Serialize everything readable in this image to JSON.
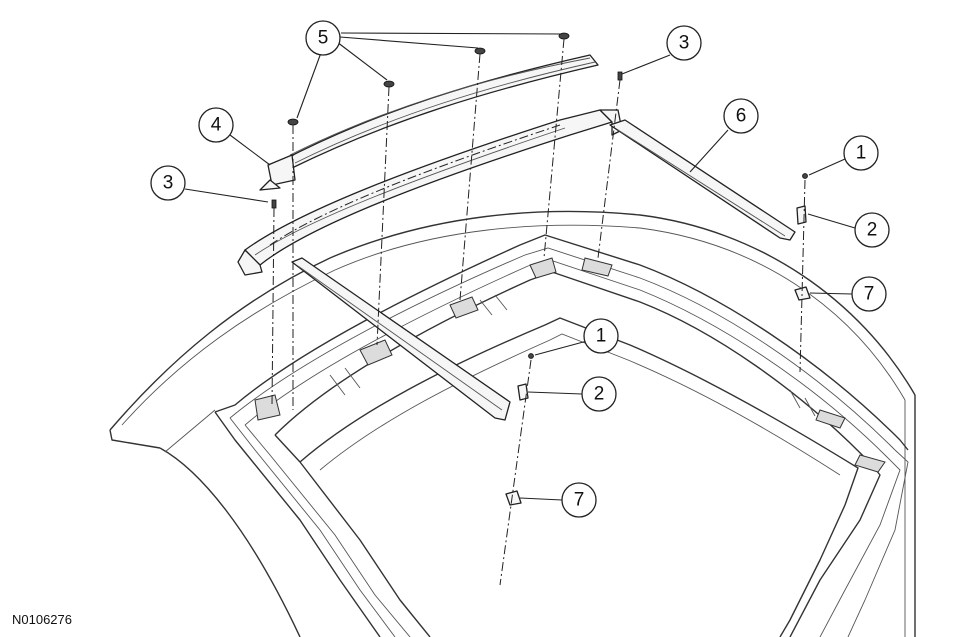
{
  "figure_id": "N0106276",
  "callouts": [
    {
      "label": "5"
    },
    {
      "label": "3"
    },
    {
      "label": "4"
    },
    {
      "label": "6"
    },
    {
      "label": "1"
    },
    {
      "label": "3"
    },
    {
      "label": "2"
    },
    {
      "label": "7"
    },
    {
      "label": "1"
    },
    {
      "label": "2"
    },
    {
      "label": "7"
    }
  ]
}
